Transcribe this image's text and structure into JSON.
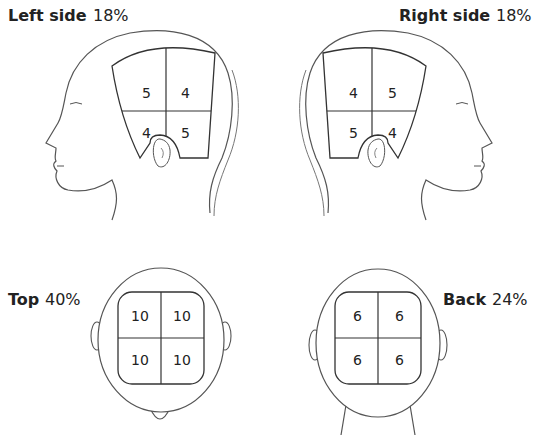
{
  "diagram": {
    "labels": [
      "Left side",
      "18%",
      "5",
      "4",
      "4",
      "5",
      "Right side",
      "18%",
      "4",
      "5",
      "5",
      "4",
      "Top",
      "40%",
      "10",
      "10",
      "10",
      "10",
      "Back",
      "24%",
      "6",
      "6",
      "6",
      "6"
    ]
  }
}
